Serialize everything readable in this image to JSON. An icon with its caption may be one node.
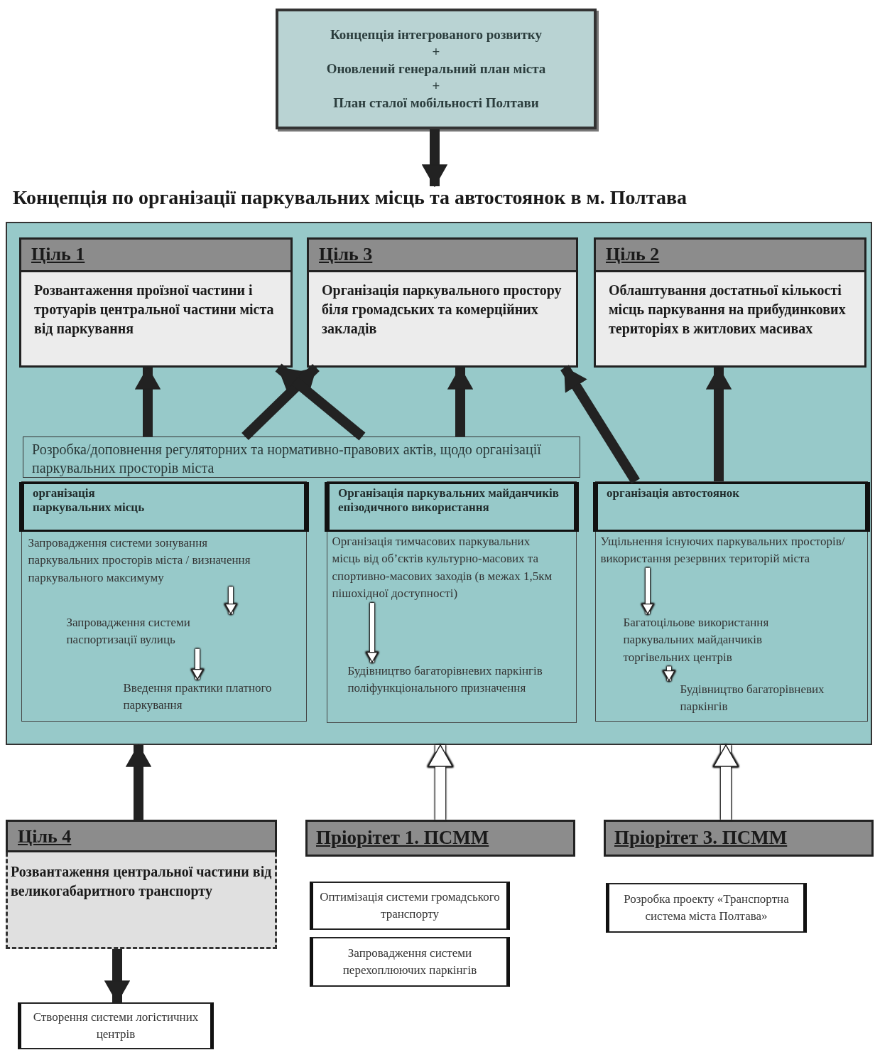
{
  "diagram": {
    "nodes": [
      {
        "text": [
          "Концепція інтегрованого розвитку",
          "+",
          "Оновлений генеральний план міста",
          "+",
          "План сталої мобільності Полтави"
        ]
      },
      {
        "text": [
          "Концепція по організації паркувальних місць та автостоянок в м. Полтава"
        ]
      },
      {
        "text": [
          "Ціль 1",
          "Розвантаження проїзної частини і тротуарів центральної частини міста від паркування"
        ],
        "in": 1
      },
      {
        "text": [
          "Ціль 3",
          "Організація паркувального простору біля громадських та комерційних закладів"
        ],
        "in": 1
      },
      {
        "text": [
          "Ціль 2",
          "Облаштування достатньої кількості місць паркування на прибудинкових територіях в житлових масивах"
        ],
        "in": 1
      },
      {
        "text": [
          "Розробка/доповнення регуляторних та нормативно-правових актів, щодо організації паркувальних просторів міста"
        ],
        "in": 1
      },
      {
        "text": [
          "організація паркувальних місць"
        ],
        "in": 1
      },
      {
        "text": [
          "Запровадження системи зонування паркувальних просторів міста / визначення паркувального максимуму"
        ],
        "in": 6
      },
      {
        "text": [
          "Запровадження системи паспортизації вулиць"
        ],
        "in": 6
      },
      {
        "text": [
          "Введення практики платного паркування"
        ],
        "in": 6
      },
      {
        "text": [
          "Організація паркувальних майданчиків епізодичного використання"
        ],
        "in": 1
      },
      {
        "text": [
          "Організація тимчасових паркувальних місць від об’єктів культурно-масових та спортивно-масових заходів (в межах 1,5км пішохідної доступності)"
        ],
        "in": 10
      },
      {
        "text": [
          "Будівництво багаторівневих паркінгів поліфункціонального призначення"
        ],
        "in": 10
      },
      {
        "text": [
          "організація автостоянок"
        ],
        "in": 1
      },
      {
        "text": [
          "Ущільнення існуючих паркувальних просторів/використання резервних територій міста"
        ],
        "in": 13
      },
      {
        "text": [
          "Багатоцільове використання паркувальних майданчиків торгівельних центрів"
        ],
        "in": 13
      },
      {
        "text": [
          "Будівництво багаторівневих паркінгів"
        ],
        "in": 13
      },
      {
        "text": [
          "Ціль 4",
          "Розвантаження центральної частини від великогабаритного транспорту"
        ]
      },
      {
        "text": [
          "Створення системи логістичних центрів"
        ]
      },
      {
        "text": [
          "Пріорітет 1. ПСММ"
        ]
      },
      {
        "text": [
          "Оптимізація системи громадського транспорту"
        ]
      },
      {
        "text": [
          "Запровадження системи перехоплюючих паркінгів"
        ]
      },
      {
        "text": [
          "Пріорітет 3. ПСММ"
        ]
      },
      {
        "text": [
          "Розробка проекту «Транспортна система міста Полтава»"
        ]
      }
    ],
    "edges": [
      {
        "from": 0,
        "to": 1,
        "arrow": "to"
      },
      {
        "from": 5,
        "to": 2,
        "arrow": "to"
      },
      {
        "from": 5,
        "to": 3,
        "arrow": "to"
      },
      {
        "from": 5,
        "to": 2,
        "arrow": "to"
      },
      {
        "from": 5,
        "to": 3,
        "arrow": "to"
      },
      {
        "from": 13,
        "to": 3,
        "arrow": "to"
      },
      {
        "from": 13,
        "to": 4,
        "arrow": "to"
      },
      {
        "from": 7,
        "to": 8,
        "arrow": "to",
        "color": "#ffffff"
      },
      {
        "from": 8,
        "to": 9,
        "arrow": "to",
        "color": "#ffffff"
      },
      {
        "from": 11,
        "to": 12,
        "arrow": "to",
        "color": "#ffffff"
      },
      {
        "from": 14,
        "to": 15,
        "arrow": "to",
        "color": "#ffffff"
      },
      {
        "from": 15,
        "to": 16,
        "arrow": "to",
        "color": "#ffffff"
      },
      {
        "from": 17,
        "to": 1,
        "arrow": "to"
      },
      {
        "from": 19,
        "to": 1,
        "arrow": "to",
        "color": "#ffffff"
      },
      {
        "from": 22,
        "to": 1,
        "arrow": "to",
        "color": "#ffffff"
      },
      {
        "from": 17,
        "to": 18,
        "arrow": "to"
      }
    ]
  }
}
